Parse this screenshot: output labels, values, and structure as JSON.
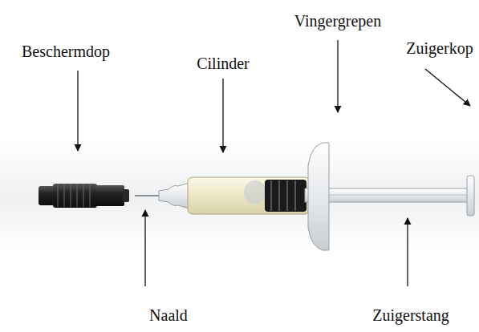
{
  "diagram": {
    "labels": [
      "Vingergrepen",
      "Beschermdop",
      "Cilinder",
      "Zuigerkop",
      "Naald",
      "Zuigerstang"
    ]
  }
}
